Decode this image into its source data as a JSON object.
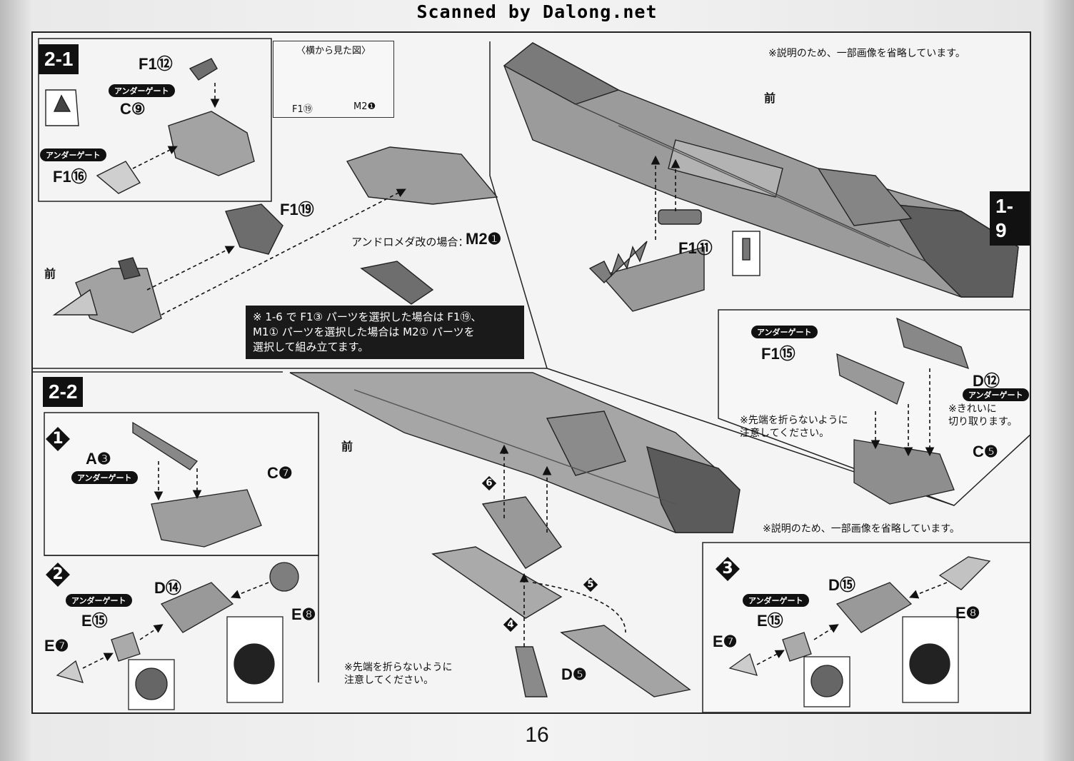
{
  "header": {
    "scan_credit": "Scanned by Dalong.net"
  },
  "page_number": "16",
  "colors": {
    "ink": "#111111",
    "part_fill": "#9a9a9a",
    "part_dark": "#6d6d6d",
    "paper": "#f4f4f4"
  },
  "section_2_1": {
    "badge": "2-1",
    "labels": {
      "f1_12": "F1⑫",
      "c9": "C⑨",
      "f1_16": "F1⑯",
      "f1_19": "F1⑲",
      "m2_1": "M2❶",
      "front": "前"
    },
    "under_gate": "アンダーゲート",
    "side_view": {
      "title": "〈横から見た図〉",
      "left": "F1⑲",
      "right": "M2❶"
    },
    "andromeda_note": "アンドロメダ改の場合：",
    "black_note_lines": [
      "※ 1-6 で F1③ パーツを選択した場合は F1⑲、",
      "M1① パーツを選択した場合は M2① パーツを",
      "選択して組み立てます。"
    ]
  },
  "section_1_9": {
    "badge": "1-9",
    "omit_note": "※説明のため、一部画像を省略しています。",
    "front": "前",
    "f1_11": "F1⑪",
    "f1_15": "F1⑮",
    "d12": "D⑫",
    "c5": "C❺",
    "under_gate": "アンダーゲート",
    "tip_note_lines": [
      "※先端を折らないように",
      "注意してください。"
    ],
    "cut_note_lines": [
      "※きれいに",
      "切り取ります。"
    ]
  },
  "section_2_2": {
    "badge": "2-2",
    "front": "前",
    "omit_note": "※説明のため、一部画像を省略しています。",
    "step1": {
      "num": "1",
      "a3": "A❸",
      "c7": "C❼",
      "under_gate": "アンダーゲート"
    },
    "step2": {
      "num": "2",
      "d14": "D⑭",
      "e15": "E⑮",
      "e8": "E❽",
      "e7": "E❼",
      "under_gate": "アンダーゲート"
    },
    "step3": {
      "num": "3",
      "d15": "D⑮",
      "e15": "E⑮",
      "e8": "E❽",
      "e7": "E❼",
      "under_gate": "アンダーゲート"
    },
    "d5": "D❺",
    "tip_note_lines": [
      "※先端を折らないように",
      "注意してください。"
    ],
    "seq": [
      "4",
      "5",
      "6"
    ]
  }
}
